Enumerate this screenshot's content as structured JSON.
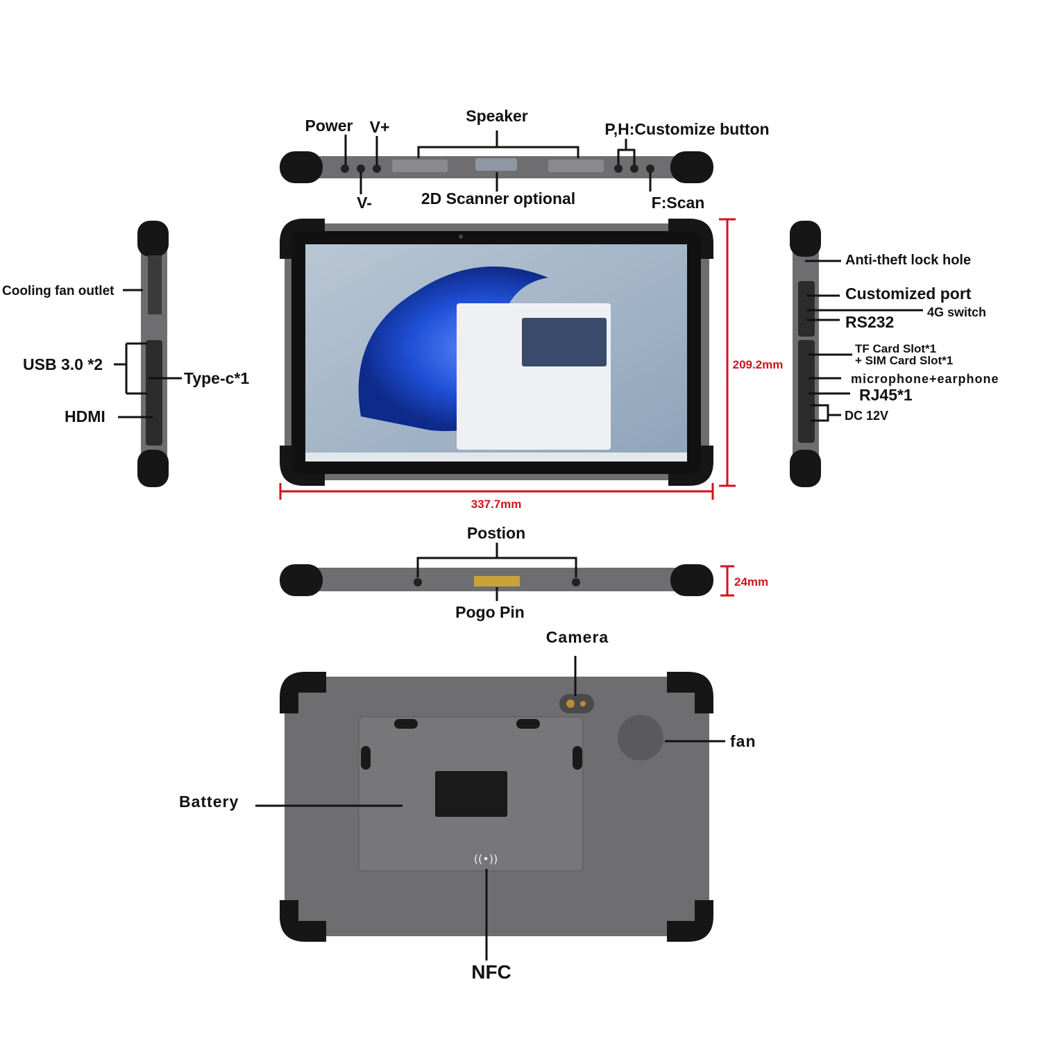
{
  "top_view": {
    "labels": {
      "power": "Power",
      "v_plus": "V+",
      "speaker": "Speaker",
      "customize": "P,H:Customize button",
      "v_minus": "V-",
      "scanner": "2D Scanner optional",
      "f_scan": "F:Scan"
    }
  },
  "left_view": {
    "labels": {
      "cooling": "Cooling fan outlet",
      "usb": "USB 3.0 *2",
      "typec": "Type-c*1",
      "hdmi": "HDMI"
    }
  },
  "right_view": {
    "labels": {
      "antitheft": "Anti-theft lock hole",
      "customized_port": "Customized port",
      "switch_4g": "4G switch",
      "rs232": "RS232",
      "tf_card": "TF Card Slot*1",
      "sim_card": "+ SIM Card Slot*1",
      "mic": "microphone+earphone",
      "rj45": "RJ45*1",
      "dc": "DC 12V"
    }
  },
  "dimensions": {
    "height": "209.2mm",
    "width": "337.7mm",
    "thickness": "24mm"
  },
  "bottom_view": {
    "labels": {
      "position": "Postion",
      "pogo": "Pogo Pin"
    }
  },
  "back_view": {
    "labels": {
      "camera": "Camera",
      "fan": "fan",
      "battery": "Battery",
      "nfc": "NFC"
    }
  },
  "colors": {
    "dimension": "#d0121b",
    "bumper": "#161616",
    "body": "#6e6e70",
    "screen": "#9fb3c8",
    "accent": "#1f4fd6"
  }
}
